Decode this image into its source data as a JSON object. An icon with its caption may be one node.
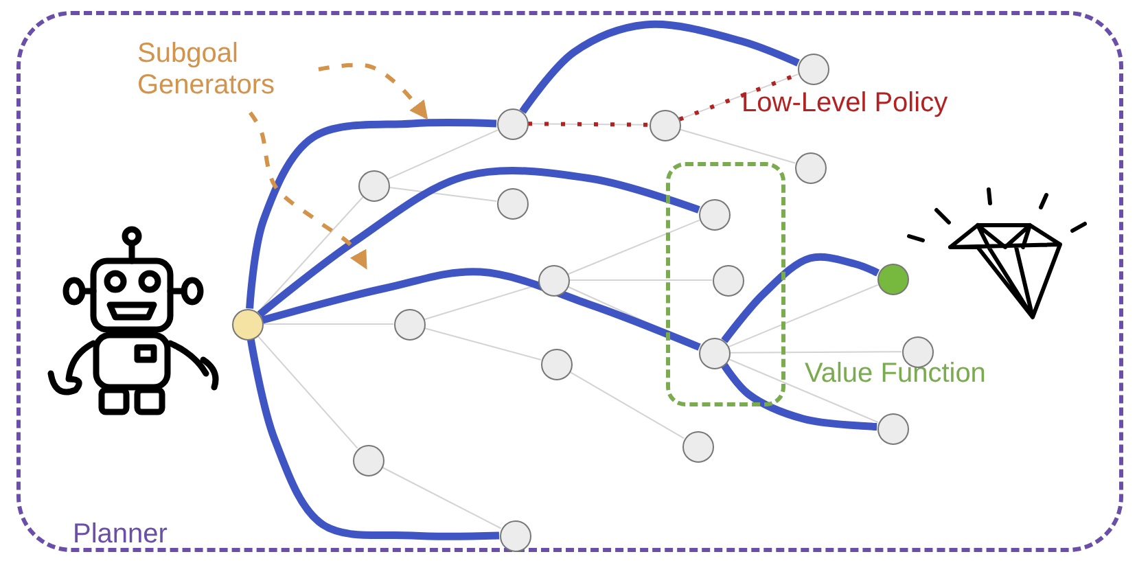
{
  "diagram": {
    "nodes": [
      {
        "text": [
          "Planner"
        ]
      },
      {
        "text": [
          "Subgoal Generators"
        ],
        "in": 0
      },
      {
        "text": [
          "Value Function"
        ],
        "in": 0
      },
      {
        "text": [],
        "shape": "circle",
        "in": 0
      },
      {
        "text": [],
        "shape": "circle",
        "in": 0
      },
      {
        "text": [],
        "shape": "circle",
        "in": 0
      },
      {
        "text": [],
        "shape": "circle",
        "in": 0
      },
      {
        "text": [],
        "shape": "circle",
        "in": 0
      },
      {
        "text": [],
        "shape": "circle",
        "in": 0
      },
      {
        "text": [],
        "shape": "circle",
        "in": 0
      },
      {
        "text": [],
        "shape": "circle",
        "in": 0
      },
      {
        "text": [],
        "shape": "circle",
        "in": 0
      },
      {
        "text": [],
        "shape": "circle",
        "in": 0
      },
      {
        "text": [],
        "shape": "circle",
        "in": 0
      },
      {
        "text": [],
        "shape": "circle",
        "in": 2
      },
      {
        "text": [],
        "shape": "circle",
        "in": 2
      },
      {
        "text": [],
        "shape": "circle",
        "in": 2
      },
      {
        "text": [],
        "shape": "circle",
        "in": 0
      },
      {
        "text": [],
        "shape": "circle",
        "in": 0
      },
      {
        "text": [],
        "shape": "circle",
        "in": 0
      },
      {
        "text": [],
        "shape": "circle",
        "in": 0
      },
      {
        "text": [],
        "shape": "circle",
        "in": 0
      }
    ],
    "edges": [
      {
        "from": 3,
        "to": 5,
        "arrow": "none"
      },
      {
        "from": 5,
        "to": 7,
        "arrow": "none"
      },
      {
        "from": 5,
        "to": 8,
        "arrow": "none"
      },
      {
        "from": 7,
        "to": 12,
        "arrow": "none"
      },
      {
        "from": 12,
        "to": 18,
        "arrow": "none"
      },
      {
        "from": 12,
        "to": 17,
        "arrow": "none"
      },
      {
        "from": 3,
        "to": 6,
        "arrow": "none"
      },
      {
        "from": 6,
        "to": 10,
        "arrow": "none"
      },
      {
        "from": 6,
        "to": 11,
        "arrow": "none"
      },
      {
        "from": 10,
        "to": 14,
        "arrow": "none"
      },
      {
        "from": 10,
        "to": 15,
        "arrow": "none"
      },
      {
        "from": 10,
        "to": 16,
        "arrow": "none"
      },
      {
        "from": 11,
        "to": 13,
        "arrow": "none"
      },
      {
        "from": 16,
        "to": 19,
        "arrow": "none"
      },
      {
        "from": 16,
        "to": 21,
        "arrow": "none"
      },
      {
        "from": 16,
        "to": 20,
        "arrow": "none"
      },
      {
        "from": 3,
        "to": 4,
        "arrow": "none"
      },
      {
        "from": 4,
        "to": 9,
        "arrow": "none"
      },
      {
        "from": 3,
        "to": 7,
        "arrow": "none",
        "style": "thick",
        "color": "#3f55c4"
      },
      {
        "from": 7,
        "to": 18,
        "arrow": "none",
        "style": "thick",
        "color": "#3f55c4"
      },
      {
        "from": 3,
        "to": 14,
        "arrow": "none",
        "style": "thick",
        "color": "#3f55c4"
      },
      {
        "from": 3,
        "to": 16,
        "arrow": "none",
        "style": "thick",
        "color": "#3f55c4"
      },
      {
        "from": 16,
        "to": 19,
        "arrow": "none",
        "style": "thick",
        "color": "#3f55c4"
      },
      {
        "from": 16,
        "to": 20,
        "arrow": "none",
        "style": "thick",
        "color": "#3f55c4"
      },
      {
        "from": 3,
        "to": 9,
        "arrow": "none",
        "style": "thick",
        "color": "#3f55c4"
      },
      {
        "from": 7,
        "to": 12,
        "arrow": "none",
        "style": "dashed",
        "color": "#b22222"
      },
      {
        "from": 12,
        "to": 18,
        "arrow": "none",
        "style": "dashed",
        "color": "#b22222"
      },
      {
        "from": 1,
        "to": null,
        "arrow": "to",
        "style": "dashed",
        "color": "#d4934a"
      },
      {
        "from": 1,
        "to": null,
        "arrow": "to",
        "style": "dashed",
        "color": "#d4934a"
      }
    ],
    "labels": [
      "Low-Level Policy"
    ]
  }
}
